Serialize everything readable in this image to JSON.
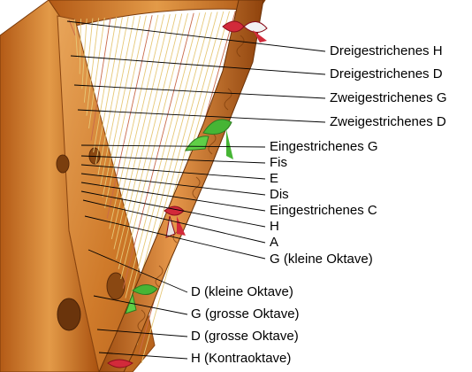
{
  "labels": [
    "Dreigestrichenes H",
    "Dreigestrichenes D",
    "Zweigestrichenes G",
    "Zweigestrichenes D",
    "Eingestrichenes G",
    "Fis",
    "E",
    "Dis",
    "Eingestrichenes C",
    "H",
    "A",
    "G (kleine Oktave)",
    "D (kleine Oktave)",
    "G (grosse Oktave)",
    "D (grosse Oktave)",
    "H (Kontraoktave)"
  ],
  "colors": {
    "wood_light": "#e0933a",
    "wood_mid": "#c9701f",
    "wood_dark": "#9a4a12",
    "soundboard": "#d8893b",
    "ribbon_red": "#d22a3a",
    "ribbon_green": "#46b535",
    "string_gold": "#e6c878",
    "string_red": "#c96a4a",
    "leader": "#000000"
  }
}
